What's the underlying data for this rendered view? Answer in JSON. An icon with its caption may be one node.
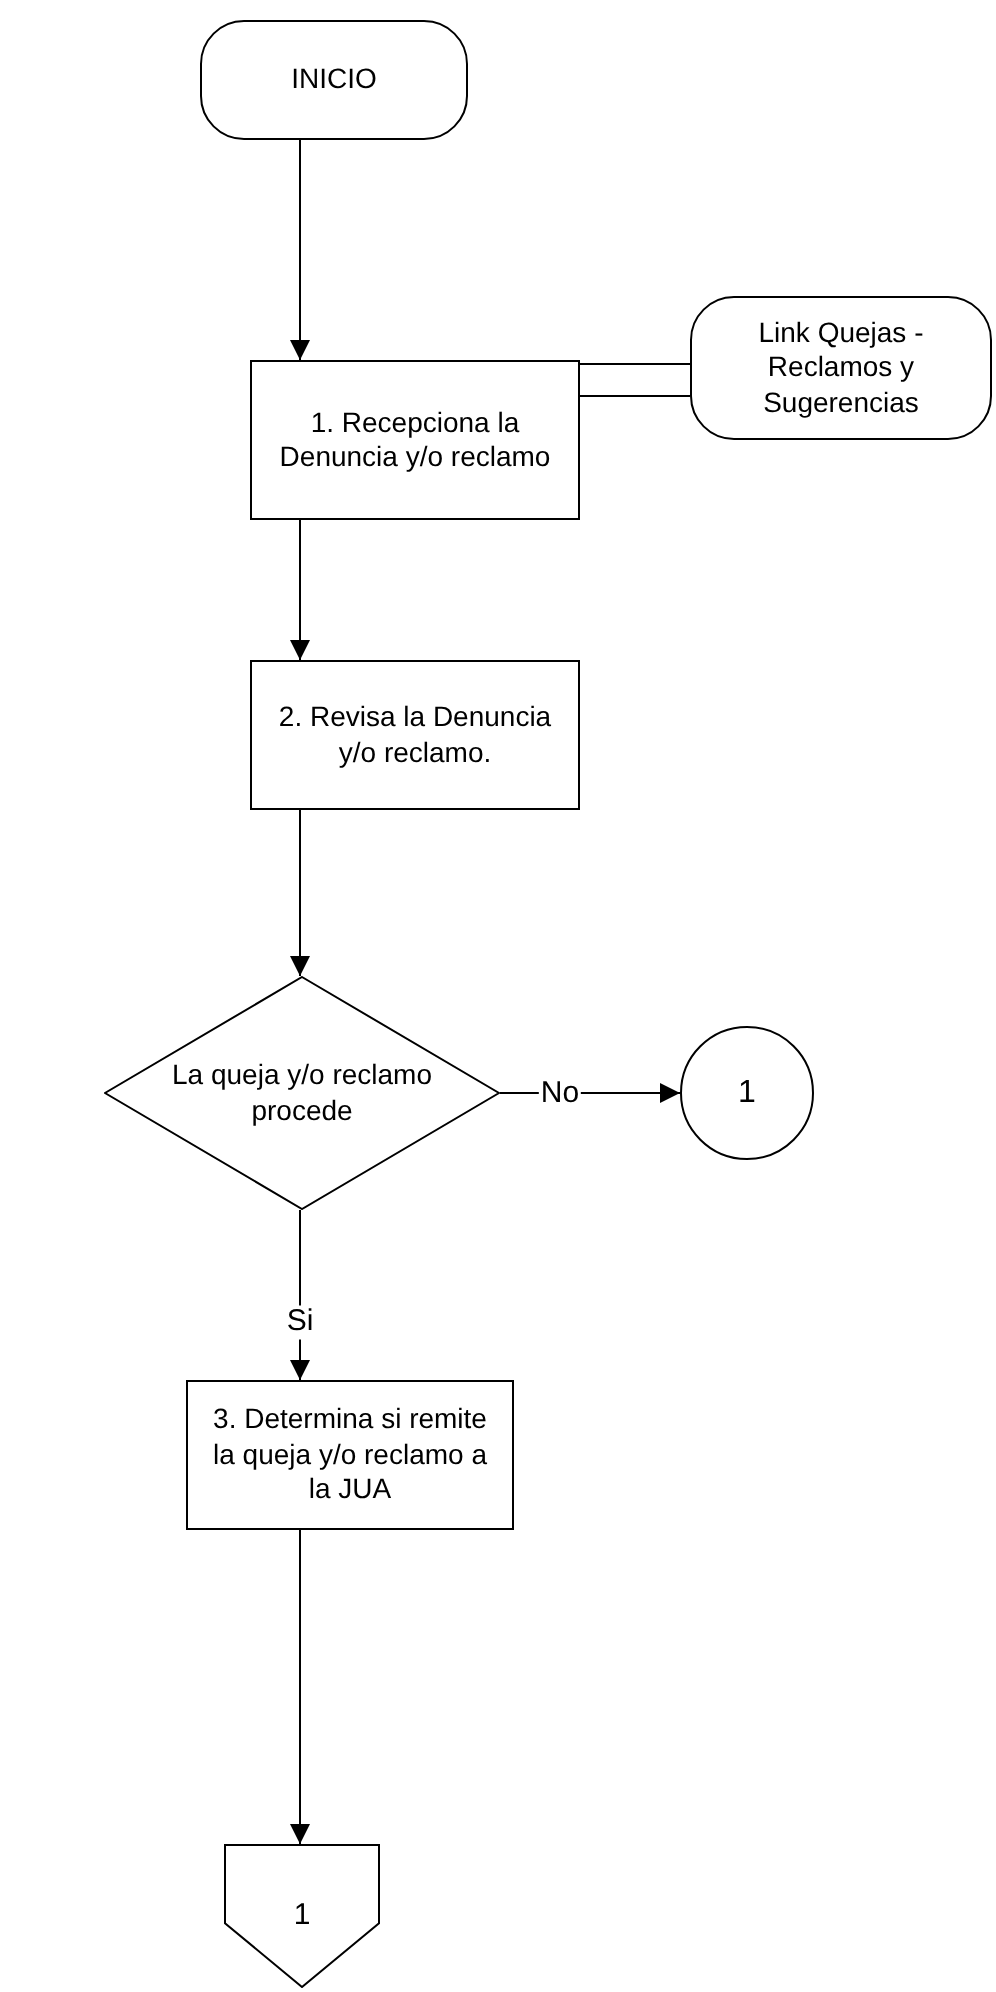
{
  "diagram": {
    "nodes": [
      {
        "text": [
          "INICIO"
        ]
      },
      {
        "text": [
          "1. Recepciona la Denuncia y/o reclamo"
        ]
      },
      {
        "text": [
          "Link Quejas - Reclamos y Sugerencias"
        ]
      },
      {
        "text": [
          "2. Revisa la Denuncia y/o reclamo."
        ]
      },
      {
        "text": [
          "La queja y/o reclamo procede"
        ]
      },
      {
        "text": [
          "1"
        ]
      },
      {
        "text": [
          "3. Determina si remite la queja y/o reclamo a la JUA"
        ]
      },
      {
        "text": [
          "1"
        ]
      }
    ],
    "edges": [
      {
        "from": 0,
        "to": 1,
        "arrow": "to"
      },
      {
        "from": 1,
        "to": 2,
        "arrow": "none"
      },
      {
        "from": 1,
        "to": 3,
        "arrow": "to"
      },
      {
        "from": 3,
        "to": 4,
        "arrow": "to"
      },
      {
        "from": 4,
        "to": 5,
        "arrow": "to",
        "label": "No"
      },
      {
        "from": 4,
        "to": 6,
        "arrow": "to",
        "label": "Si"
      },
      {
        "from": 6,
        "to": 7,
        "arrow": "to"
      }
    ]
  }
}
